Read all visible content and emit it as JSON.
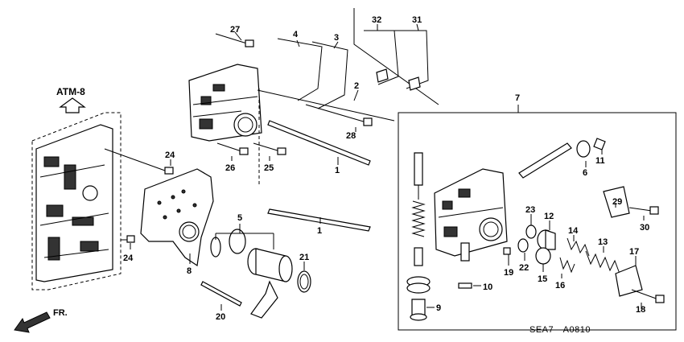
{
  "diagram": {
    "ref_code": "SEA7—A0810",
    "direction_label": "FR.",
    "section_ref": "ATM-8",
    "callouts": [
      "1",
      "1",
      "2",
      "3",
      "4",
      "5",
      "6",
      "7",
      "8",
      "9",
      "10",
      "11",
      "12",
      "13",
      "14",
      "15",
      "16",
      "17",
      "18",
      "19",
      "20",
      "21",
      "22",
      "23",
      "24",
      "24",
      "25",
      "26",
      "27",
      "28",
      "29",
      "30",
      "31",
      "32"
    ]
  }
}
